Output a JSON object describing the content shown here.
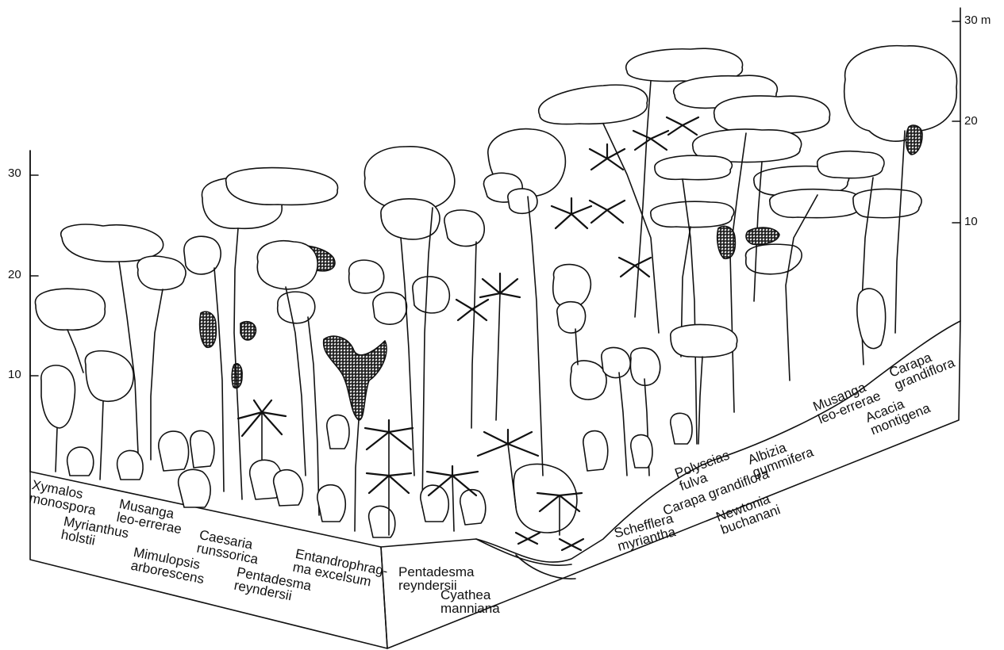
{
  "left_scale": {
    "ticks": [
      "30",
      "20",
      "10"
    ]
  },
  "right_scale": {
    "ticks": [
      "30 m",
      "20",
      "10"
    ]
  },
  "species_front": [
    {
      "lines": [
        "Xymalos",
        "monospora"
      ]
    },
    {
      "lines": [
        "Musanga",
        "leo-errerae"
      ]
    },
    {
      "lines": [
        "Myrianthus",
        "holstii"
      ]
    },
    {
      "lines": [
        "Caesaria",
        "runssorica"
      ]
    },
    {
      "lines": [
        "Mimulopsis",
        "arborescens"
      ]
    },
    {
      "lines": [
        "Entandrophrag-",
        "ma excelsum"
      ]
    },
    {
      "lines": [
        "Pentadesma",
        "reyndersii"
      ]
    }
  ],
  "species_valley": [
    {
      "lines": [
        "Pentadesma",
        "reyndersii"
      ]
    },
    {
      "lines": [
        "Cyathea",
        "manniana"
      ]
    }
  ],
  "species_slope": [
    {
      "lines": [
        "Schefflera",
        "myriantha"
      ]
    },
    {
      "lines": [
        "Polyscias",
        "fulva"
      ]
    },
    {
      "lines": [
        "Carapa grandiflora"
      ]
    },
    {
      "lines": [
        "Newtonia",
        "buchanani"
      ]
    },
    {
      "lines": [
        "Albizia",
        "gummifera"
      ]
    },
    {
      "lines": [
        "Musanga",
        "leo-errerae"
      ]
    },
    {
      "lines": [
        "Carapa",
        "grandiflora"
      ]
    },
    {
      "lines": [
        "Acacia",
        "montigena"
      ]
    }
  ]
}
